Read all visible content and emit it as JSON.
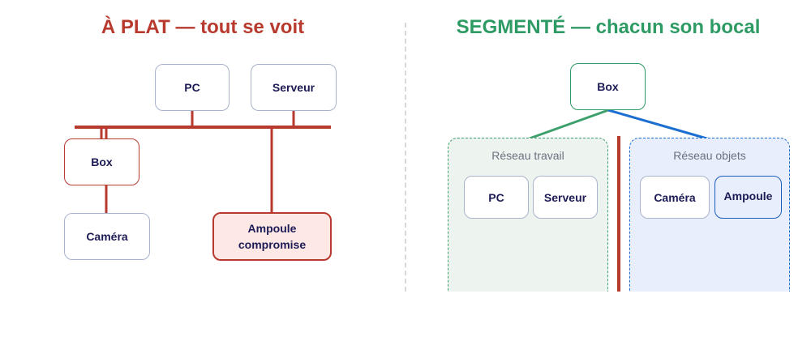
{
  "left_panel": {
    "title": "À PLAT — tout se voit",
    "nodes": {
      "pc": "PC",
      "serveur": "Serveur",
      "box": "Box",
      "camera": "Caméra",
      "ampoule": "Ampoule compromise"
    }
  },
  "right_panel": {
    "title": "SEGMENTÉ — chacun son bocal",
    "box": "Box",
    "zones": {
      "work": {
        "label": "Réseau travail",
        "nodes": [
          "PC",
          "Serveur"
        ]
      },
      "iot": {
        "label": "Réseau objets",
        "nodes": [
          "Caméra",
          "Ampoule"
        ]
      }
    }
  },
  "colors": {
    "flat_accent": "#b83a2e",
    "segmented_accent": "#2e9a64",
    "iot_accent": "#1c6fd1",
    "node_border": "#a9b3cc",
    "node_text": "#1c1b55"
  }
}
